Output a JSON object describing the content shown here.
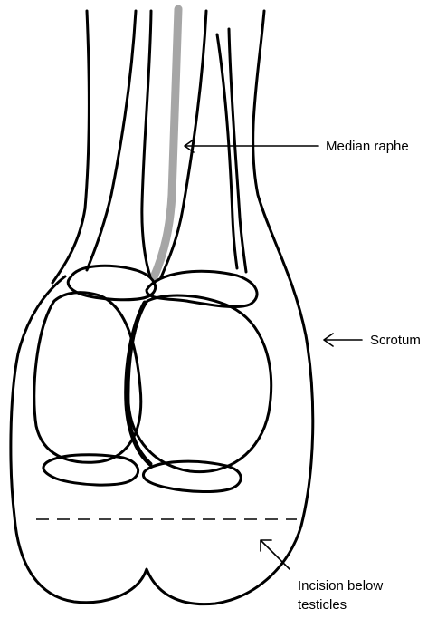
{
  "labels": {
    "median_raphe": "Median raphe",
    "scrotum": "Scrotum",
    "incision_line1": "Incision below",
    "incision_line2": "testicles"
  },
  "colors": {
    "outline": "#000000",
    "median_raphe": "#a6a6a6",
    "background": "#ffffff"
  }
}
